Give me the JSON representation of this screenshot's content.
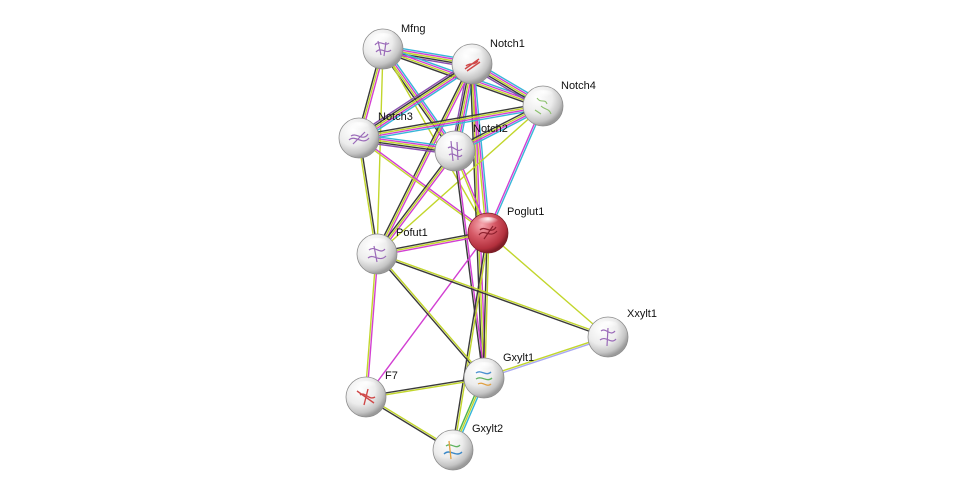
{
  "network": {
    "nodes": [
      {
        "id": "mfng",
        "label": "Mfng",
        "query": false,
        "icon": "protein-structure-purple"
      },
      {
        "id": "notch1",
        "label": "Notch1",
        "query": false,
        "icon": "protein-structure-red"
      },
      {
        "id": "notch4",
        "label": "Notch4",
        "query": false,
        "icon": "protein-structure-green"
      },
      {
        "id": "notch3",
        "label": "Notch3",
        "query": false,
        "icon": "protein-structure-purple"
      },
      {
        "id": "notch2",
        "label": "Notch2",
        "query": false,
        "icon": "protein-structure-purple"
      },
      {
        "id": "poglut1",
        "label": "Poglut1",
        "query": true,
        "icon": "protein-structure-red"
      },
      {
        "id": "pofut1",
        "label": "Pofut1",
        "query": false,
        "icon": "protein-structure-purple"
      },
      {
        "id": "xxylt1",
        "label": "Xxylt1",
        "query": false,
        "icon": "protein-structure-purple"
      },
      {
        "id": "gxylt1",
        "label": "Gxylt1",
        "query": false,
        "icon": "protein-structure-multicolor"
      },
      {
        "id": "f7",
        "label": "F7",
        "query": false,
        "icon": "protein-structure-red"
      },
      {
        "id": "gxylt2",
        "label": "Gxylt2",
        "query": false,
        "icon": "protein-structure-multicolor"
      }
    ],
    "edge_colors": {
      "cyan": "#38b6d8",
      "magenta": "#d23fd2",
      "yellow_green": "#c2d62c",
      "black": "#3a3a3a",
      "purple": "#8a4fb0",
      "lavender": "#a9a9f2",
      "green": "#4fb34f"
    },
    "node_colors": {
      "default": "#d9d9d9",
      "query": "#d0404f"
    },
    "edges": [
      {
        "a": "mfng",
        "b": "notch1",
        "types": [
          "cyan",
          "magenta",
          "yellow_green",
          "black",
          "purple"
        ]
      },
      {
        "a": "mfng",
        "b": "notch4",
        "types": [
          "cyan",
          "magenta",
          "yellow_green",
          "black"
        ]
      },
      {
        "a": "mfng",
        "b": "notch3",
        "types": [
          "magenta",
          "yellow_green",
          "black"
        ]
      },
      {
        "a": "mfng",
        "b": "notch2",
        "types": [
          "cyan",
          "magenta",
          "yellow_green",
          "black"
        ]
      },
      {
        "a": "mfng",
        "b": "poglut1",
        "types": [
          "yellow_green"
        ]
      },
      {
        "a": "mfng",
        "b": "pofut1",
        "types": [
          "yellow_green"
        ]
      },
      {
        "a": "notch1",
        "b": "notch4",
        "types": [
          "cyan",
          "magenta",
          "yellow_green",
          "black",
          "purple"
        ]
      },
      {
        "a": "notch1",
        "b": "notch3",
        "types": [
          "cyan",
          "magenta",
          "yellow_green",
          "black",
          "purple"
        ]
      },
      {
        "a": "notch1",
        "b": "notch2",
        "types": [
          "cyan",
          "magenta",
          "yellow_green",
          "black",
          "purple"
        ]
      },
      {
        "a": "notch1",
        "b": "poglut1",
        "types": [
          "cyan",
          "magenta",
          "yellow_green"
        ]
      },
      {
        "a": "notch1",
        "b": "pofut1",
        "types": [
          "magenta",
          "yellow_green",
          "black"
        ]
      },
      {
        "a": "notch1",
        "b": "gxylt1",
        "types": [
          "magenta",
          "yellow_green",
          "black"
        ]
      },
      {
        "a": "notch4",
        "b": "notch3",
        "types": [
          "cyan",
          "magenta",
          "yellow_green",
          "black"
        ]
      },
      {
        "a": "notch4",
        "b": "notch2",
        "types": [
          "cyan",
          "magenta",
          "yellow_green",
          "black"
        ]
      },
      {
        "a": "notch4",
        "b": "poglut1",
        "types": [
          "cyan",
          "magenta"
        ]
      },
      {
        "a": "notch4",
        "b": "pofut1",
        "types": [
          "yellow_green"
        ]
      },
      {
        "a": "notch3",
        "b": "notch2",
        "types": [
          "cyan",
          "magenta",
          "yellow_green",
          "black",
          "purple"
        ]
      },
      {
        "a": "notch3",
        "b": "poglut1",
        "types": [
          "magenta",
          "yellow_green"
        ]
      },
      {
        "a": "notch3",
        "b": "pofut1",
        "types": [
          "black",
          "yellow_green"
        ]
      },
      {
        "a": "notch2",
        "b": "poglut1",
        "types": [
          "magenta",
          "yellow_green"
        ]
      },
      {
        "a": "notch2",
        "b": "pofut1",
        "types": [
          "magenta",
          "yellow_green",
          "black"
        ]
      },
      {
        "a": "notch2",
        "b": "gxylt1",
        "types": [
          "magenta",
          "black"
        ]
      },
      {
        "a": "poglut1",
        "b": "pofut1",
        "types": [
          "magenta",
          "yellow_green",
          "black"
        ]
      },
      {
        "a": "poglut1",
        "b": "xxylt1",
        "types": [
          "yellow_green"
        ]
      },
      {
        "a": "poglut1",
        "b": "gxylt1",
        "types": [
          "yellow_green",
          "black"
        ]
      },
      {
        "a": "poglut1",
        "b": "gxylt2",
        "types": [
          "yellow_green",
          "black"
        ]
      },
      {
        "a": "poglut1",
        "b": "f7",
        "types": [
          "magenta"
        ]
      },
      {
        "a": "pofut1",
        "b": "xxylt1",
        "types": [
          "yellow_green",
          "black"
        ]
      },
      {
        "a": "pofut1",
        "b": "gxylt1",
        "types": [
          "yellow_green",
          "black"
        ]
      },
      {
        "a": "pofut1",
        "b": "f7",
        "types": [
          "magenta",
          "yellow_green"
        ]
      },
      {
        "a": "xxylt1",
        "b": "gxylt1",
        "types": [
          "lavender",
          "yellow_green"
        ]
      },
      {
        "a": "gxylt1",
        "b": "f7",
        "types": [
          "yellow_green",
          "black"
        ]
      },
      {
        "a": "gxylt1",
        "b": "gxylt2",
        "types": [
          "cyan",
          "yellow_green",
          "green"
        ]
      },
      {
        "a": "f7",
        "b": "gxylt2",
        "types": [
          "yellow_green",
          "black"
        ]
      }
    ]
  }
}
